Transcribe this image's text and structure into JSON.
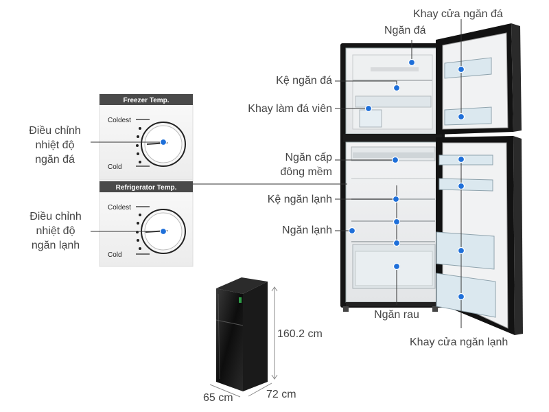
{
  "labels": {
    "ngan_da": "Ngăn đá",
    "khay_cua_ngan_da": "Khay cửa ngăn đá",
    "ke_ngan_da": "Kệ ngăn đá",
    "khay_lam_da_vien": "Khay làm đá viên",
    "dieu_chinh_ngan_da": "Điều chỉnh\nnhiệt độ\nngăn đá",
    "ngan_cap_dong_mem": "Ngăn cấp\nđông mềm",
    "ke_ngan_lanh": "Kệ ngăn lạnh",
    "dieu_chinh_ngan_lanh": "Điều chỉnh\nnhiệt độ\nngăn lạnh",
    "ngan_lanh": "Ngăn lạnh",
    "ngan_rau": "Ngăn rau",
    "khay_cua_ngan_lanh": "Khay cửa ngăn lạnh"
  },
  "panels": {
    "freezer": {
      "title": "Freezer Temp.",
      "coldest": "Coldest",
      "cold": "Cold"
    },
    "refrigerator": {
      "title": "Refrigerator Temp.",
      "coldest": "Coldest",
      "cold": "Cold"
    }
  },
  "dimensions": {
    "height": "160.2 cm",
    "width": "65 cm",
    "depth": "72 cm"
  },
  "colors": {
    "accent": "#1e6fd9",
    "line": "#333333",
    "fridge_black": "#111111"
  }
}
